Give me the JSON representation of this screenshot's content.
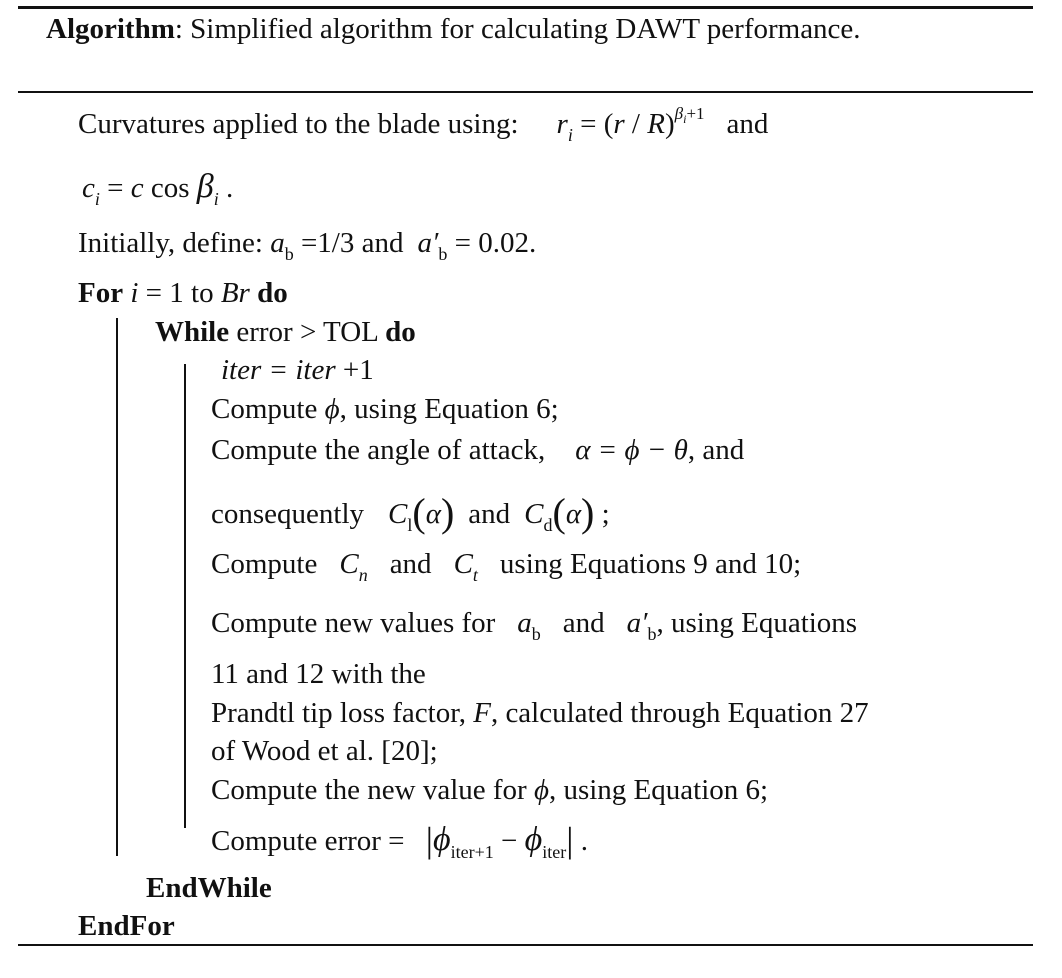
{
  "header": {
    "label": "Algorithm",
    "title": ": Simplified algorithm for calculating DAWT performance."
  },
  "lines": {
    "curvatures_text": "Curvatures applied to the blade using:",
    "eq_r": {
      "lhs": "r",
      "lhs_sub": "i",
      "rel": " = (",
      "var_r": "r",
      "slash": " / ",
      "var_R": "R",
      "close": ")",
      "exp": "β",
      "exp_sub": "i",
      "exp_tail": "+1"
    },
    "and1": "and",
    "eq_c": {
      "lhs": "c",
      "lhs_sub": "i",
      "rel": " = ",
      "var_c": "c",
      "cos": " cos ",
      "beta": "β",
      "beta_sub": "i",
      "tail": " ."
    },
    "init_text": "Initially, define:",
    "ab_var": "a",
    "ab_sub": "b",
    "ab_val": " =1/3 and",
    "abp_var": "a′",
    "abp_sub": "b",
    "abp_val": " = 0.02.",
    "for_kw": "For",
    "for_i": "i",
    "for_eq": " = 1 to ",
    "for_br": "Br",
    "for_do": "do",
    "while_kw": "While",
    "while_cond": " error > TOL ",
    "while_do": "do",
    "iter_line": "iter = iter",
    "iter_tail": " +1",
    "compute_phi_a": "Compute ",
    "phi": "ϕ",
    "compute_phi_b": ", using Equation 6;",
    "aoa_text": "Compute the angle of attack,",
    "aoa_eq": "α = ϕ − θ",
    "aoa_tail": ", and",
    "conseq_text": "consequently",
    "cl": "C",
    "cl_sub": "l",
    "cd": "C",
    "cd_sub": "d",
    "alpha": "α",
    "and2": "and",
    "semi": " ;",
    "cn_text": "Compute",
    "cn": "C",
    "cn_sub": "n",
    "and3": "and",
    "ct": "C",
    "ct_sub": "t",
    "cn_tail": "using Equations 9 and 10;",
    "newvals_text": "Compute new values for",
    "and4": "and",
    "newvals_tail": ", using Equations",
    "eq1112": "11 and 12 with the",
    "prandtl_a": "Prandtl tip loss factor, ",
    "prandtl_F": "F",
    "prandtl_b": ", calculated through Equation 27",
    "wood": "of Wood et al. [20];",
    "newphi_a": "Compute the new value for ",
    "newphi_b": ", using Equation 6;",
    "error_text": "Compute error = ",
    "err_sub1": "iter+1",
    "err_sub2": "iter",
    "err_tail": " .",
    "endwhile": "EndWhile",
    "endfor": "EndFor"
  }
}
